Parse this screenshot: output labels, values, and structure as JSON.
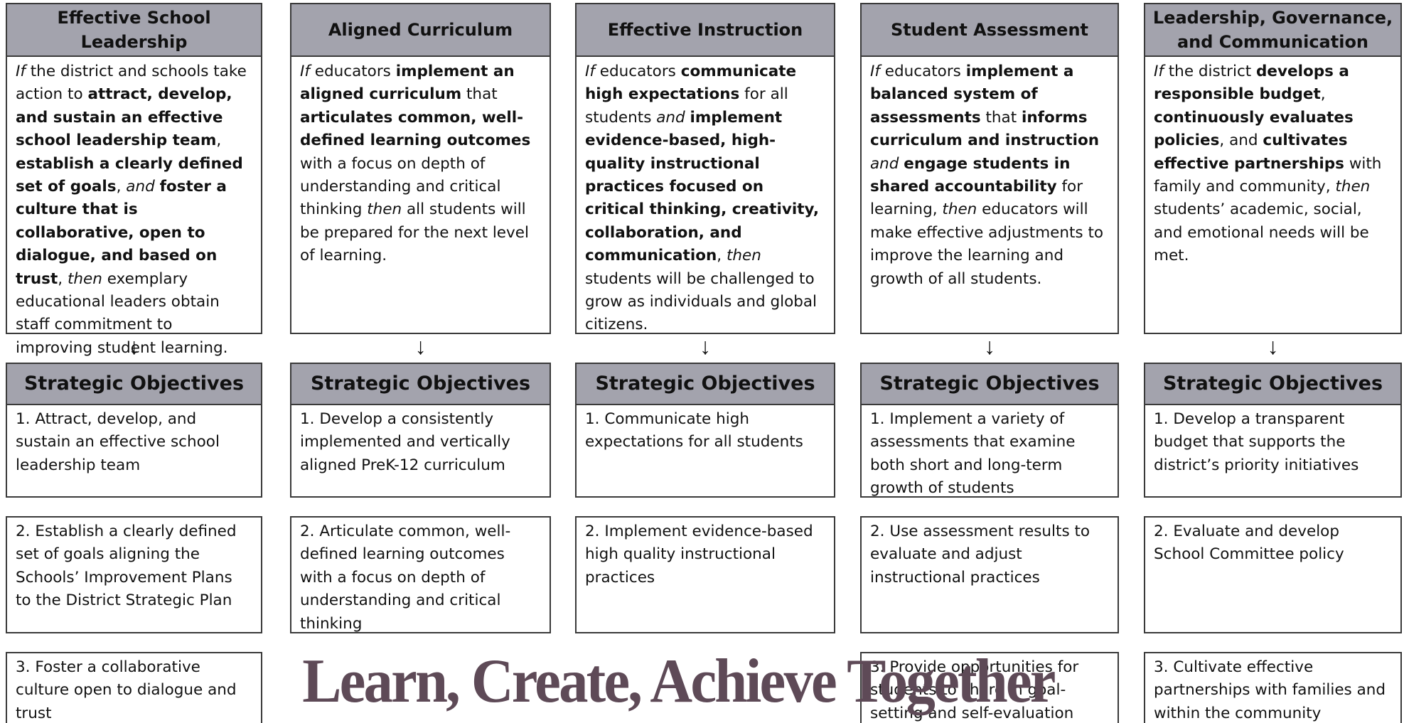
{
  "columns": [
    {
      "title": "Effective School Leadership",
      "theory_html": "<i>If</i> the district and schools take action to <b>attract, develop, and sustain an effective school leadership team</b>, <b>establish a clearly defined set of goals</b>, <i>and</i> <b>foster a culture that is collaborative, open to dialogue, and based on trust</b>, <i>then</i> exemplary educational leaders obtain staff commitment to improving student learning.",
      "objectives_title": "Strategic Objectives",
      "objectives": [
        "1. Attract, develop, and sustain an effective school leadership team",
        "2. Establish a clearly defined set of goals aligning the Schools’ Improvement Plans to the District Strategic Plan",
        "3. Foster a collaborative culture open to dialogue and trust"
      ]
    },
    {
      "title": "Aligned Curriculum",
      "theory_html": "<i>If</i> educators <b>implement an aligned curriculum</b> that <b>articulates common, well-defined learning outcomes</b> with a focus on depth of understanding and critical thinking <i>then</i> all students will be prepared for the next level of learning.",
      "objectives_title": "Strategic Objectives",
      "objectives": [
        "1. Develop a consistently implemented and vertically aligned PreK-12 curriculum",
        "2. Articulate common, well-defined learning outcomes with a focus on depth of understanding and critical thinking"
      ]
    },
    {
      "title": "Effective Instruction",
      "theory_html": "<i>If</i> educators <b>communicate high expectations</b> for all students <i>and</i> <b>implement evidence-based, high-quality instructional practices focused on critical thinking, creativity, collaboration, and communication</b>, <i>then</i> students will be challenged to grow as individuals and global citizens.",
      "objectives_title": "Strategic Objectives",
      "objectives": [
        "1. Communicate high expectations for all students",
        "2. Implement evidence-based high quality instructional practices"
      ]
    },
    {
      "title": "Student Assessment",
      "theory_html": "<i>If</i> educators <b>implement a balanced system of assessments</b> that <b>informs curriculum and instruction</b> <i>and</i> <b>engage students in shared accountability</b> for learning, <i>then</i> educators will make effective adjustments to improve the learning and growth of all students.",
      "objectives_title": "Strategic Objectives",
      "objectives": [
        "1. Implement a variety of assessments that examine both short and long-term growth of students",
        "2. Use assessment results to evaluate and adjust instructional practices",
        "3. Provide opportunities for students to share in goal-setting and self-evaluation"
      ]
    },
    {
      "title": "Leadership, Governance, and Communication",
      "theory_html": "<i>If</i> the district <b>develops a responsible budget</b>, <b>continuously evaluates policies</b>, and <b>cultivates effective partnerships</b> with family and community, <i>then</i> students’ academic, social, and emotional needs will be met.",
      "objectives_title": "Strategic Objectives",
      "objectives": [
        "1. Develop a transparent budget that supports the district’s priority initiatives",
        "2. Evaluate and develop School Committee policy",
        "3. Cultivate effective partnerships with families and within the community"
      ]
    }
  ],
  "arrow_glyph": "↓",
  "slogan": "Learn, Create, Achieve Together",
  "colors": {
    "header_bg": "#a3a3ad",
    "border": "#3a3a3a",
    "slogan": "#5e4a57"
  }
}
